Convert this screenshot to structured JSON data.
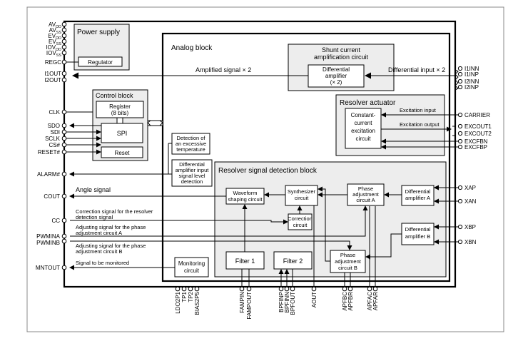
{
  "blocks": {
    "power_supply": "Power supply",
    "regulator": "Regulator",
    "analog_block": "Analog block",
    "shunt_title_1": "Shunt current",
    "shunt_title_2": "amplification circuit",
    "diff_amp_1": "Differential",
    "diff_amp_2": "amplifier",
    "diff_amp_3": "(× 2)",
    "amplified_signal": "Amplified signal × 2",
    "differential_input": "Differential input × 2",
    "control_block": "Control block",
    "register_1": "Register",
    "register_2": "(8 bits)",
    "spi": "SPI",
    "reset": "Reset",
    "resolver_actuator": "Resolver actuator",
    "const_1": "Constant-",
    "const_2": "current",
    "const_3": "excitation",
    "const_4": "circuit",
    "excitation_input": "Excitation input",
    "excitation_output": "Excitation output",
    "detect_temp_1": "Detection of",
    "detect_temp_2": "an excessive",
    "detect_temp_3": "temperature",
    "dail_1": "Differential",
    "dail_2": "amplifier input",
    "dail_3": "signal level",
    "dail_4": "detection",
    "rsd_block": "Resolver signal detection block",
    "waveform_1": "Waveform",
    "waveform_2": "shaping circuit",
    "synth_1": "Synthesizer",
    "synth_2": "circuit",
    "phaseA_1": "Phase",
    "phaseA_2": "adjustment",
    "phaseA_3": "circuit A",
    "diffA_1": "Differential",
    "diffA_2": "amplifier A",
    "diffB_1": "Differential",
    "diffB_2": "amplifier B",
    "correction_1": "Correction",
    "correction_2": "circuit",
    "phaseB_1": "Phase",
    "phaseB_2": "adjustment",
    "phaseB_3": "circuit B",
    "filter1": "Filter 1",
    "filter2": "Filter 2",
    "monitoring_1": "Monitoring",
    "monitoring_2": "circuit",
    "angle_signal": "Angle signal",
    "corr_sig_1": "Correction signal for the resolver",
    "corr_sig_2": "detection signal",
    "adj_a_1": "Adjusting signal for the phase",
    "adj_a_2": "adjustment circuit A",
    "adj_b_1": "Adjusting signal for the phase",
    "adj_b_2": "adjustment circuit B",
    "signal_monitored": "Signal to be monitored"
  },
  "pins": {
    "av_dd": "AV",
    "av_dd_sub": "DD",
    "av_ss": "AV",
    "av_ss_sub": "SS",
    "ev_dd": "EV",
    "ev_dd_sub": "DD",
    "ev_ss": "EV",
    "ev_ss_sub": "SS",
    "iov_dd": "IOV",
    "iov_dd_sub": "DD",
    "iov_ss": "IOV",
    "iov_ss_sub": "SS",
    "regc": "REGC",
    "i1out": "I1OUT",
    "i2out": "I2OUT",
    "clk": "CLK",
    "sdo": "SDO",
    "sdi": "SDI",
    "sclk": "SCLK",
    "cs": "CS#",
    "reset": "RESET#",
    "alarm": "ALARM#",
    "cout": "COUT",
    "cc": "CC",
    "pwmina": "PWMINA",
    "pwminb": "PWMINB",
    "mntout": "MNTOUT",
    "i1inn": "I1INN",
    "i1inp": "I1INP",
    "i2inn": "I2INN",
    "i2inp": "I2INP",
    "carrier": "CARRIER",
    "excout1": "EXCOUT1",
    "excout2": "EXCOUT2",
    "excfbn": "EXCFBN",
    "excfbp": "EXCFBP",
    "xap": "XAP",
    "xan": "XAN",
    "xbp": "XBP",
    "xbn": "XBN",
    "ldo2p1": "LDO2P1",
    "tp1": "TP1",
    "tp2": "TP2",
    "bias2p5": "BIAS2P5",
    "fampin": "FAMPIN",
    "fampout": "FAMPOUT",
    "bpfinp": "BPFINP",
    "bpfinn": "BPFINN",
    "bpfout": "BPFOUT",
    "aout": "AOUT",
    "apfbc": "APFBC",
    "apfbr": "APFBR",
    "apfac": "APFAC",
    "apfar": "APFAR"
  }
}
